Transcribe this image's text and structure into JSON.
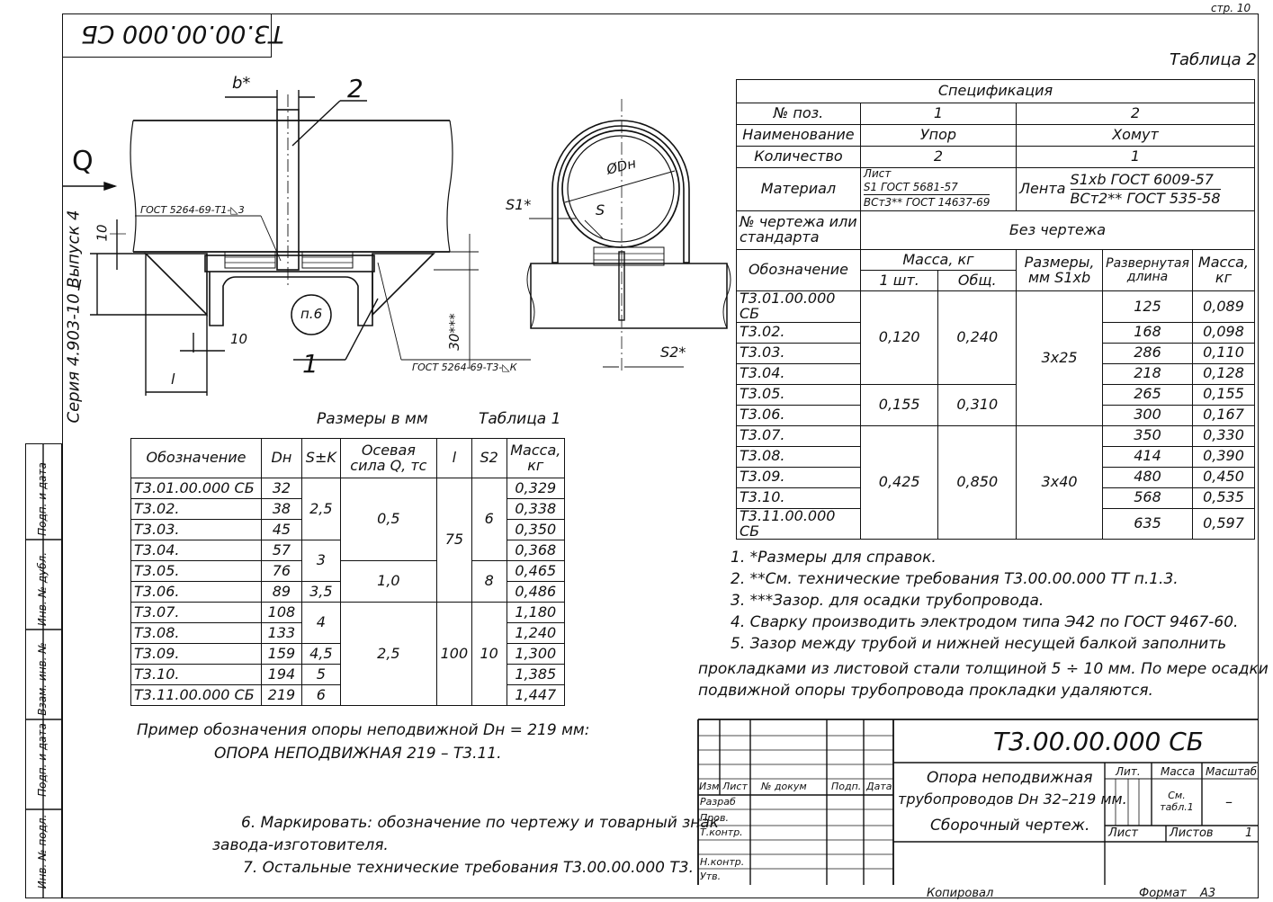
{
  "page_number": "стр. 10",
  "stamp_top": "Т3.00.00.000 СБ",
  "series": "Серия 4.903-10 Выпуск 4",
  "side_labels": [
    "Подп. и дата",
    "Инв. № дубл.",
    "Взам. инв. №",
    "Подп. и дата",
    "Инв. № подл."
  ],
  "drawing": {
    "load": "Q",
    "width_label": "b*",
    "pos2": "2",
    "pos1": "1",
    "callout": "п.6",
    "weld1": "ГОСТ 5264-69-Т1-◺3",
    "weld2": "ГОСТ 5264-69-Т3-◺К",
    "dim10_a": "10",
    "dim10_b": "10",
    "dim_l_a": "l",
    "dim_l_b": "l",
    "dim30": "30***",
    "diameter": "ØDн",
    "s1": "S1*",
    "s": "S",
    "s2": "S2*"
  },
  "table1": {
    "caption_units": "Размеры в мм",
    "caption": "Таблица 1",
    "headers": [
      "Обозначение",
      "Dн",
      "S±K",
      "Осевая сила Q, тс",
      "l",
      "S2",
      "Масса, кг"
    ],
    "names": [
      "Т3.01.00.000 СБ",
      "Т3.02.",
      "Т3.03.",
      "Т3.04.",
      "Т3.05.",
      "Т3.06.",
      "Т3.07.",
      "Т3.08.",
      "Т3.09.",
      "Т3.10.",
      "Т3.11.00.000 СБ"
    ],
    "dn": [
      "32",
      "38",
      "45",
      "57",
      "76",
      "89",
      "108",
      "133",
      "159",
      "194",
      "219"
    ],
    "sk": [
      "2,5",
      "3",
      "3,5",
      "4",
      "4,5",
      "5",
      "6"
    ],
    "q": [
      "0,5",
      "1,0",
      "2,5"
    ],
    "l": [
      "75",
      "100"
    ],
    "s2": [
      "6",
      "8",
      "10"
    ],
    "mass": [
      "0,329",
      "0,338",
      "0,350",
      "0,368",
      "0,465",
      "0,486",
      "1,180",
      "1,240",
      "1,300",
      "1,385",
      "1,447"
    ]
  },
  "example": {
    "line1": "Пример обозначения опоры неподвижной Dн = 219 мм:",
    "line2": "ОПОРА НЕПОДВИЖНАЯ 219 – Т3.11."
  },
  "table2": {
    "caption": "Таблица 2",
    "title": "Спецификация",
    "pos_label": "№ поз.",
    "pos": [
      "1",
      "2"
    ],
    "name_label": "Наименование",
    "names": [
      "Упор",
      "Хомут"
    ],
    "qty_label": "Количество",
    "qty": [
      "2",
      "1"
    ],
    "material_label": "Материал",
    "mat1_prefix": "Лист",
    "mat1_top": "S1 ГОСТ 5681-57",
    "mat1_bottom": "ВСт3** ГОСТ 14637-69",
    "mat2_prefix": "Лента",
    "mat2_top": "S1xb ГОСТ 6009-57",
    "mat2_bottom": "ВСт2** ГОСТ 535-58",
    "drawing_label": "№ чертежа или стандарта",
    "drawing_value": "Без чертежа",
    "desig_label": "Обозначение",
    "mass_label": "Масса, кг",
    "mass_one": "1 шт.",
    "mass_total": "Общ.",
    "size_label": "Размеры, мм S1xb",
    "length_label": "Развернутая длина",
    "mass_kg_label": "Масса, кг",
    "names_list": [
      "Т3.01.00.000 СБ",
      "Т3.02.",
      "Т3.03.",
      "Т3.04.",
      "Т3.05.",
      "Т3.06.",
      "Т3.07.",
      "Т3.08.",
      "Т3.09.",
      "Т3.10.",
      "Т3.11.00.000 СБ"
    ],
    "unit_mass": [
      "0,120",
      "0,155",
      "0,425"
    ],
    "total_mass": [
      "0,240",
      "0,310",
      "0,850"
    ],
    "sizes": [
      "3x25",
      "3x40"
    ],
    "lengths": [
      "125",
      "168",
      "286",
      "218",
      "265",
      "300",
      "350",
      "414",
      "480",
      "568",
      "635"
    ],
    "masses": [
      "0,089",
      "0,098",
      "0,110",
      "0,128",
      "0,155",
      "0,167",
      "0,330",
      "0,390",
      "0,450",
      "0,535",
      "0,597"
    ]
  },
  "notes": [
    "1. *Размеры для справок.",
    "2. **См. технические требования Т3.00.00.000 ТТ п.1.3.",
    "3. ***Зазор. для осадки трубопровода.",
    "4. Сварку производить электродом типа Э42 по ГОСТ 9467-60.",
    "5. Зазор между трубой и нижней несущей балкой заполнить",
    "прокладками из листовой стали толщиной 5 ÷ 10 мм. По мере осадки",
    "подвижной опоры трубопровода прокладки удаляются.",
    "6. Маркировать: обозначение по чертежу и товарный знак",
    "завода-изготовителя.",
    "7. Остальные технические требования Т3.00.00.000 Т3."
  ],
  "title_block": {
    "code": "Т3.00.00.000 СБ",
    "title1": "Опора неподвижная",
    "title2": "трубопроводов Dн 32–219 мм.",
    "title3": "Сборочный чертеж.",
    "col_heads": [
      "Изм",
      "Лист",
      "№ докум",
      "Подп.",
      "Дата"
    ],
    "roles": [
      "Разраб",
      "Пров.",
      "Т.контр.",
      "",
      "Н.контр.",
      "Утв."
    ],
    "lit": "Лит.",
    "mass": "Масса",
    "scale": "Масштаб",
    "mass_value": "См. табл.1",
    "scale_value": "–",
    "sheet": "Лист",
    "sheets": "Листов",
    "sheets_value": "1",
    "copied": "Копировал",
    "format": "Формат",
    "format_value": "А3"
  }
}
